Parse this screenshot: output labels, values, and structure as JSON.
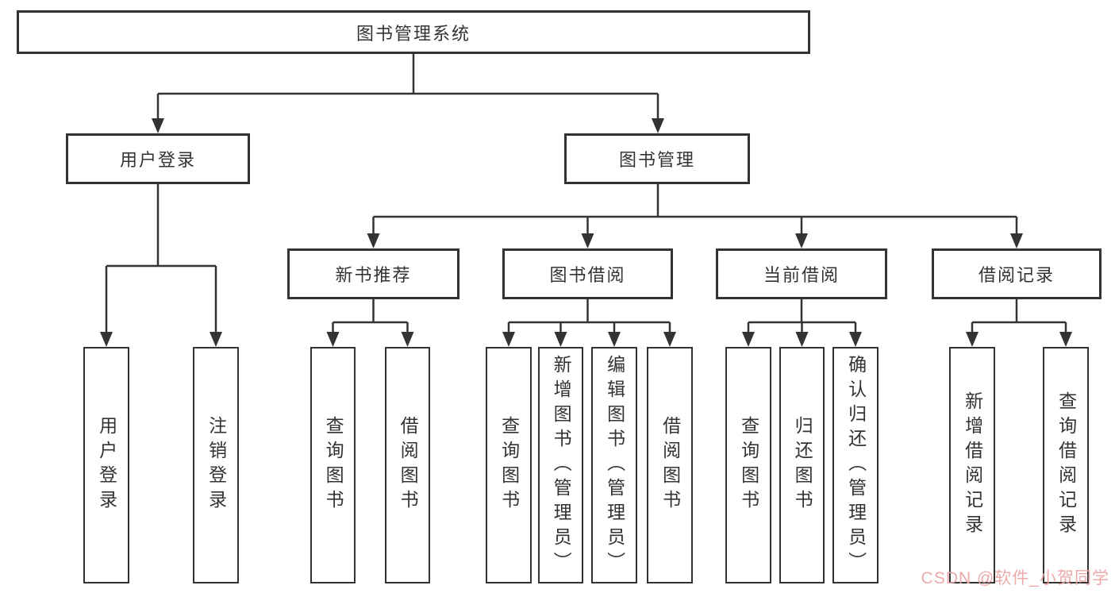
{
  "diagram": {
    "type": "hierarchy-tree",
    "title": "图书管理系统",
    "colors": {
      "line": "#333333",
      "box_border": "#333333",
      "text": "#333333",
      "background": "#ffffff",
      "watermark": "#eda6a6"
    },
    "tree": {
      "label": "图书管理系统",
      "children": [
        {
          "label": "用户登录",
          "children": [
            {
              "label": "用户登录"
            },
            {
              "label": "注销登录"
            }
          ]
        },
        {
          "label": "图书管理",
          "children": [
            {
              "label": "新书推荐",
              "children": [
                {
                  "label": "查询图书"
                },
                {
                  "label": "借阅图书"
                }
              ]
            },
            {
              "label": "图书借阅",
              "children": [
                {
                  "label": "查询图书"
                },
                {
                  "label": "新增图书（管理员）"
                },
                {
                  "label": "编辑图书（管理员）"
                },
                {
                  "label": "借阅图书"
                }
              ]
            },
            {
              "label": "当前借阅",
              "children": [
                {
                  "label": "查询图书"
                },
                {
                  "label": "归还图书"
                },
                {
                  "label": "确认归还（管理员）"
                }
              ]
            },
            {
              "label": "借阅记录",
              "children": [
                {
                  "label": "新增借阅记录"
                },
                {
                  "label": "查询借阅记录"
                }
              ]
            }
          ]
        }
      ]
    },
    "watermark": "CSDN @软件_小贺同学"
  }
}
